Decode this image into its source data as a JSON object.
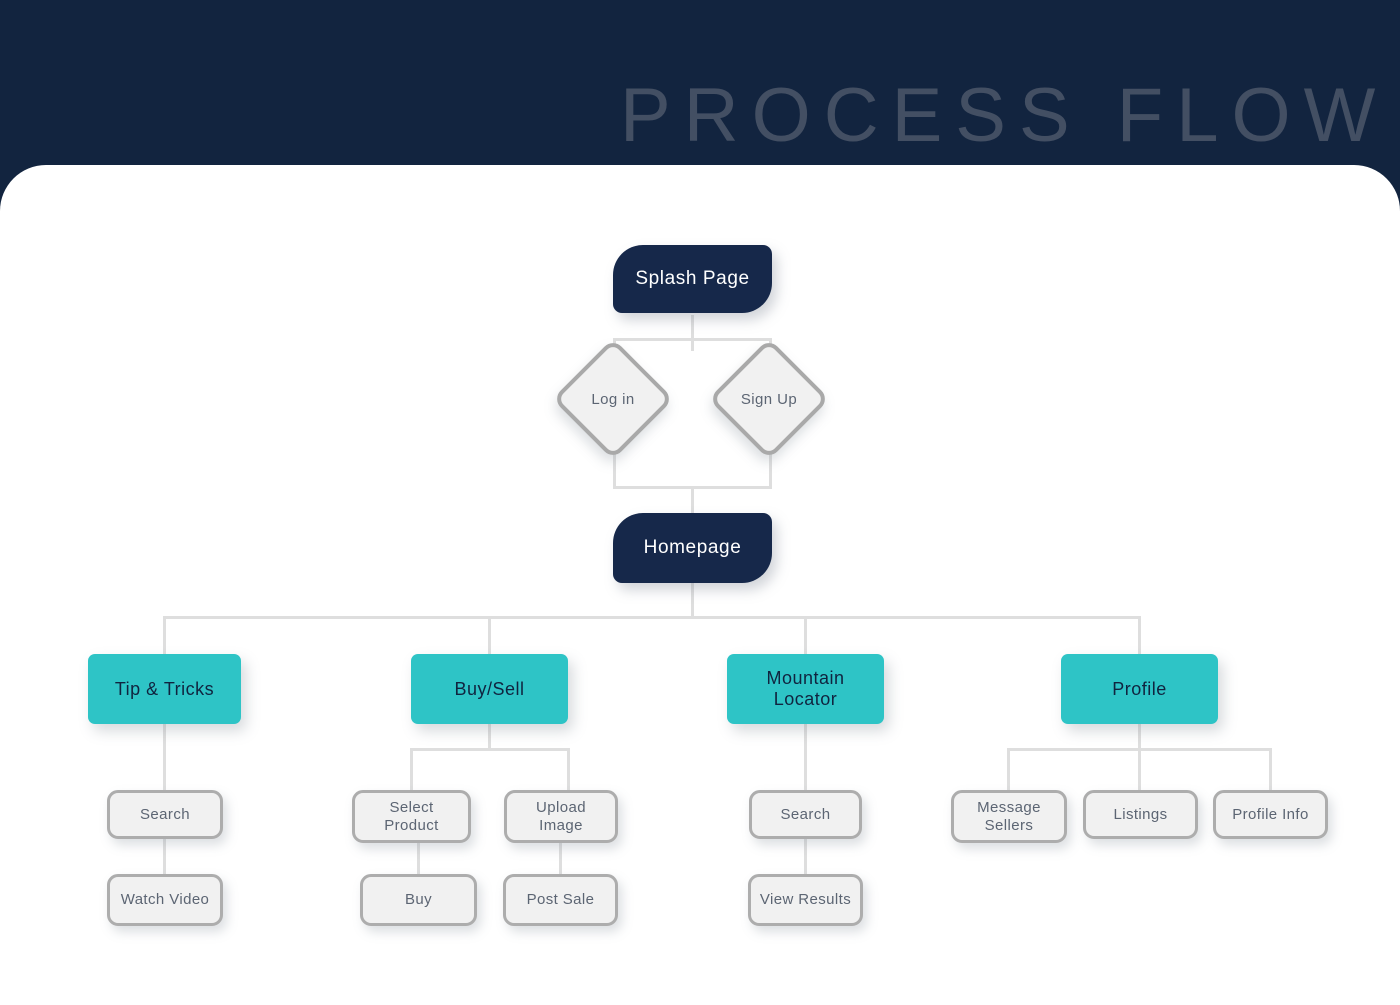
{
  "header": {
    "title": "PROCESS FLOW",
    "background_color": "#12243f",
    "title_color": "#434f63"
  },
  "canvas": {
    "background_color": "#ffffff"
  },
  "palette": {
    "navy": "#16284a",
    "teal": "#2ec4c6",
    "gray_fill": "#f1f1f1",
    "gray_border": "#adadad",
    "gray_text": "#5c6573",
    "connector": "#dedede"
  },
  "diagram": {
    "type": "flowchart",
    "nodes": [
      {
        "id": "splash",
        "label": "Splash Page",
        "style": "dark",
        "level": 0
      },
      {
        "id": "login",
        "label": "Log in",
        "style": "diamond",
        "level": 1
      },
      {
        "id": "signup",
        "label": "Sign Up",
        "style": "diamond",
        "level": 1
      },
      {
        "id": "homepage",
        "label": "Homepage",
        "style": "dark",
        "level": 2
      },
      {
        "id": "tips",
        "label": "Tip & Tricks",
        "style": "teal",
        "level": 3
      },
      {
        "id": "buysell",
        "label": "Buy/Sell",
        "style": "teal",
        "level": 3
      },
      {
        "id": "mountain",
        "label": "Mountain\nLocator",
        "style": "teal",
        "level": 3
      },
      {
        "id": "profile",
        "label": "Profile",
        "style": "teal",
        "level": 3
      },
      {
        "id": "tips-search",
        "label": "Search",
        "style": "gray",
        "level": 4
      },
      {
        "id": "watch-video",
        "label": "Watch Video",
        "style": "gray",
        "level": 5
      },
      {
        "id": "select-product",
        "label": "Select\nProduct",
        "style": "gray",
        "level": 4
      },
      {
        "id": "upload-image",
        "label": "Upload\nImage",
        "style": "gray",
        "level": 4
      },
      {
        "id": "buy",
        "label": "Buy",
        "style": "gray",
        "level": 5
      },
      {
        "id": "post-sale",
        "label": "Post Sale",
        "style": "gray",
        "level": 5
      },
      {
        "id": "mtn-search",
        "label": "Search",
        "style": "gray",
        "level": 4
      },
      {
        "id": "view-results",
        "label": "View Results",
        "style": "gray",
        "level": 5
      },
      {
        "id": "message-sellers",
        "label": "Message\nSellers",
        "style": "gray",
        "level": 4
      },
      {
        "id": "listings",
        "label": "Listings",
        "style": "gray",
        "level": 4
      },
      {
        "id": "profile-info",
        "label": "Profile Info",
        "style": "gray",
        "level": 4
      }
    ],
    "edges": [
      {
        "from": "splash",
        "to": "login"
      },
      {
        "from": "splash",
        "to": "signup"
      },
      {
        "from": "login",
        "to": "homepage"
      },
      {
        "from": "signup",
        "to": "homepage"
      },
      {
        "from": "homepage",
        "to": "tips"
      },
      {
        "from": "homepage",
        "to": "buysell"
      },
      {
        "from": "homepage",
        "to": "mountain"
      },
      {
        "from": "homepage",
        "to": "profile"
      },
      {
        "from": "tips",
        "to": "tips-search"
      },
      {
        "from": "tips-search",
        "to": "watch-video"
      },
      {
        "from": "buysell",
        "to": "select-product"
      },
      {
        "from": "buysell",
        "to": "upload-image"
      },
      {
        "from": "select-product",
        "to": "buy"
      },
      {
        "from": "upload-image",
        "to": "post-sale"
      },
      {
        "from": "mountain",
        "to": "mtn-search"
      },
      {
        "from": "mtn-search",
        "to": "view-results"
      },
      {
        "from": "profile",
        "to": "message-sellers"
      },
      {
        "from": "profile",
        "to": "listings"
      },
      {
        "from": "profile",
        "to": "profile-info"
      }
    ]
  }
}
